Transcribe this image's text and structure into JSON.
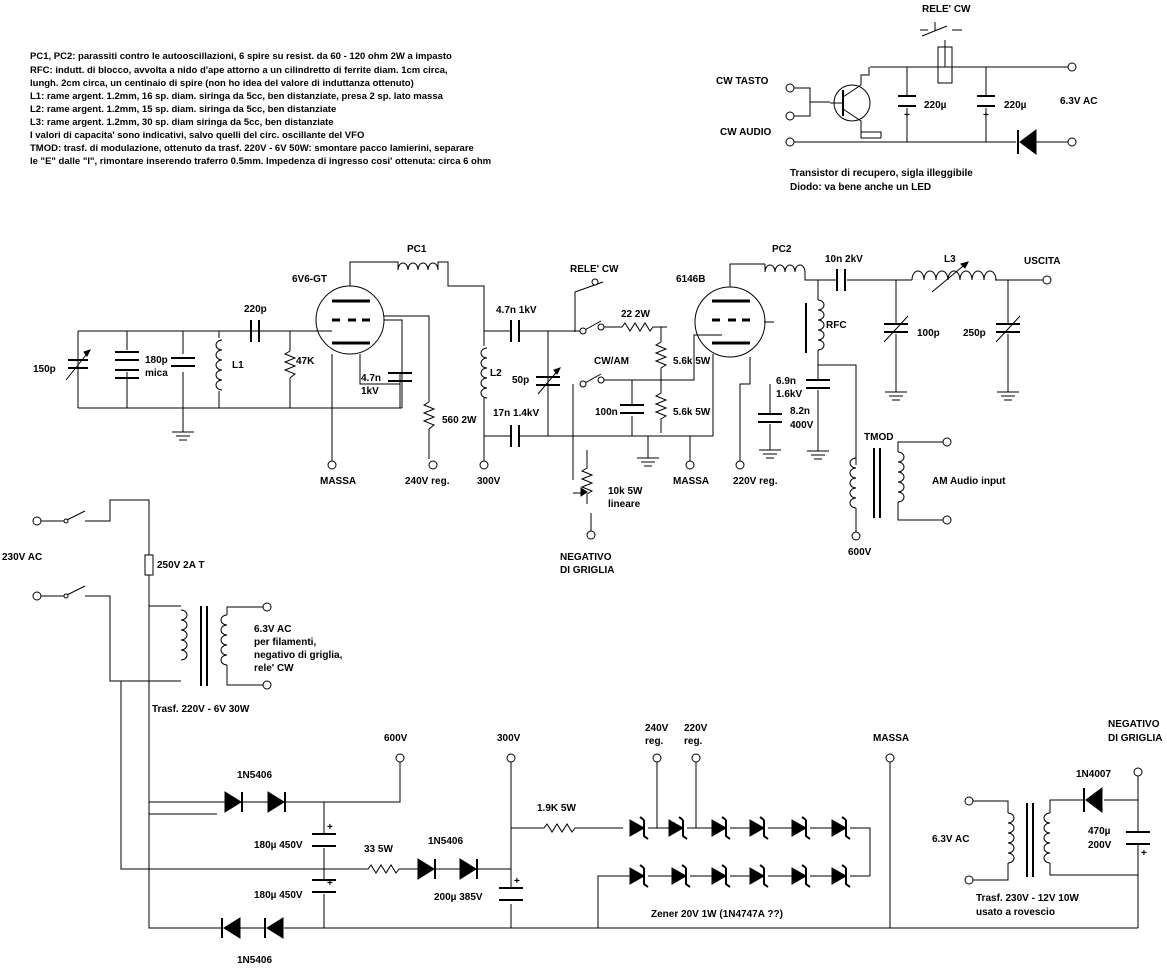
{
  "notes": [
    "PC1, PC2:  parassiti contro le autooscillazioni, 6 spire su resist. da 60 - 120 ohm 2W a impasto",
    "RFC:  indutt. di blocco, avvolta a nido d'ape attorno a un cilindretto di ferrite diam. 1cm circa,",
    "lungh. 2cm circa, un centinaio di spire (non ho idea del valore di induttanza ottenuto)",
    "L1:  rame argent. 1.2mm, 16 sp. diam. siringa da 5cc, ben distanziate, presa 2 sp. lato massa",
    "L2:  rame argent. 1.2mm, 15 sp. diam. siringa da 5cc, ben distanziate",
    "L3:  rame argent. 1.2mm, 30 sp. diam siringa da 5cc, ben distanziate",
    "I valori di capacita' sono indicativi, salvo quelli del circ. oscillante del VFO",
    "TMOD: trasf. di modulazione, ottenuto da trasf. 220V - 6V 50W: smontare pacco lamierini, separare",
    "le \"E\" dalle \"I\", rimontare inserendo traferro 0.5mm.  Impedenza di ingresso cosi' ottenuta: circa 6 ohm"
  ],
  "cw_relay_circuit": {
    "relay_label": "RELE' CW",
    "cw_tasto": "CW TASTO",
    "cw_audio": "CW AUDIO",
    "cap1": "220µ",
    "cap2": "220µ",
    "supply": "6.3V AC",
    "plus": "+",
    "transistor_note": "Transistor di recupero, sigla illeggibile",
    "diode_note": "Diodo: va bene anche un LED"
  },
  "transmitter": {
    "c150p": "150p",
    "c180p": "180p",
    "mica": "mica",
    "l1": "L1",
    "c220p": "220p",
    "r47k": "47K",
    "tube1": "6V6-GT",
    "pc1": "PC1",
    "c47n_grid": "4.7n",
    "c47n_grid_v": "1kV",
    "r560": "560 2W",
    "massa1": "MASSA",
    "v240": "240V reg.",
    "v300": "300V",
    "c47n_1kv": "4.7n 1kV",
    "l2": "L2",
    "c17n": "17n 1.4kV",
    "c50p": "50p",
    "rele_cw": "RELE' CW",
    "r22": "22 2W",
    "cwam": "CW/AM",
    "c100n": "100n",
    "r56k_1": "5.6k 5W",
    "r56k_2": "5.6k 5W",
    "pot": "10k 5W",
    "pot2": "lineare",
    "neg1": "NEGATIVO",
    "neg2": "DI GRIGLIA",
    "massa2": "MASSA",
    "tube2": "6146B",
    "pc2": "PC2",
    "c10n": "10n 2kV",
    "rfc": "RFC",
    "c69n": "6.9n",
    "c69n_v": "1.6kV",
    "c82n": "8.2n",
    "c82n_v": "400V",
    "v220": "220V reg.",
    "l3": "L3",
    "uscita": "USCITA",
    "c100p": "100p",
    "c250p": "250p",
    "tmod": "TMOD",
    "am_in": "AM Audio input",
    "v600": "600V"
  },
  "power_supply": {
    "mains": "230V AC",
    "fuse": "250V 2A T",
    "sec1": "6.3V AC",
    "sec2": "per filamenti,",
    "sec3": "negativo di griglia,",
    "sec4": "rele' CW",
    "trafo": "Trasf. 220V - 6V 30W",
    "v600": "600V",
    "v300": "300V",
    "v240": "240V",
    "v220": "220V",
    "reg": "reg.",
    "massa": "MASSA",
    "neg1": "NEGATIVO",
    "neg2": "DI GRIGLIA",
    "d_top": "1N5406",
    "d_mid": "1N5406",
    "d_bot": "1N5406",
    "c180a": "180µ 450V",
    "c180b": "180µ 450V",
    "r33": "33  5W",
    "c200": "200µ 385V",
    "r19k": "1.9K  5W",
    "zener": "Zener 20V 1W (1N4747A ??)",
    "d4007": "1N4007",
    "c470": "470µ",
    "c470v": "200V",
    "sec_right": "6.3V AC",
    "trafo2a": "Trasf. 230V - 12V 10W",
    "trafo2b": "usato a rovescio",
    "plus": "+"
  }
}
